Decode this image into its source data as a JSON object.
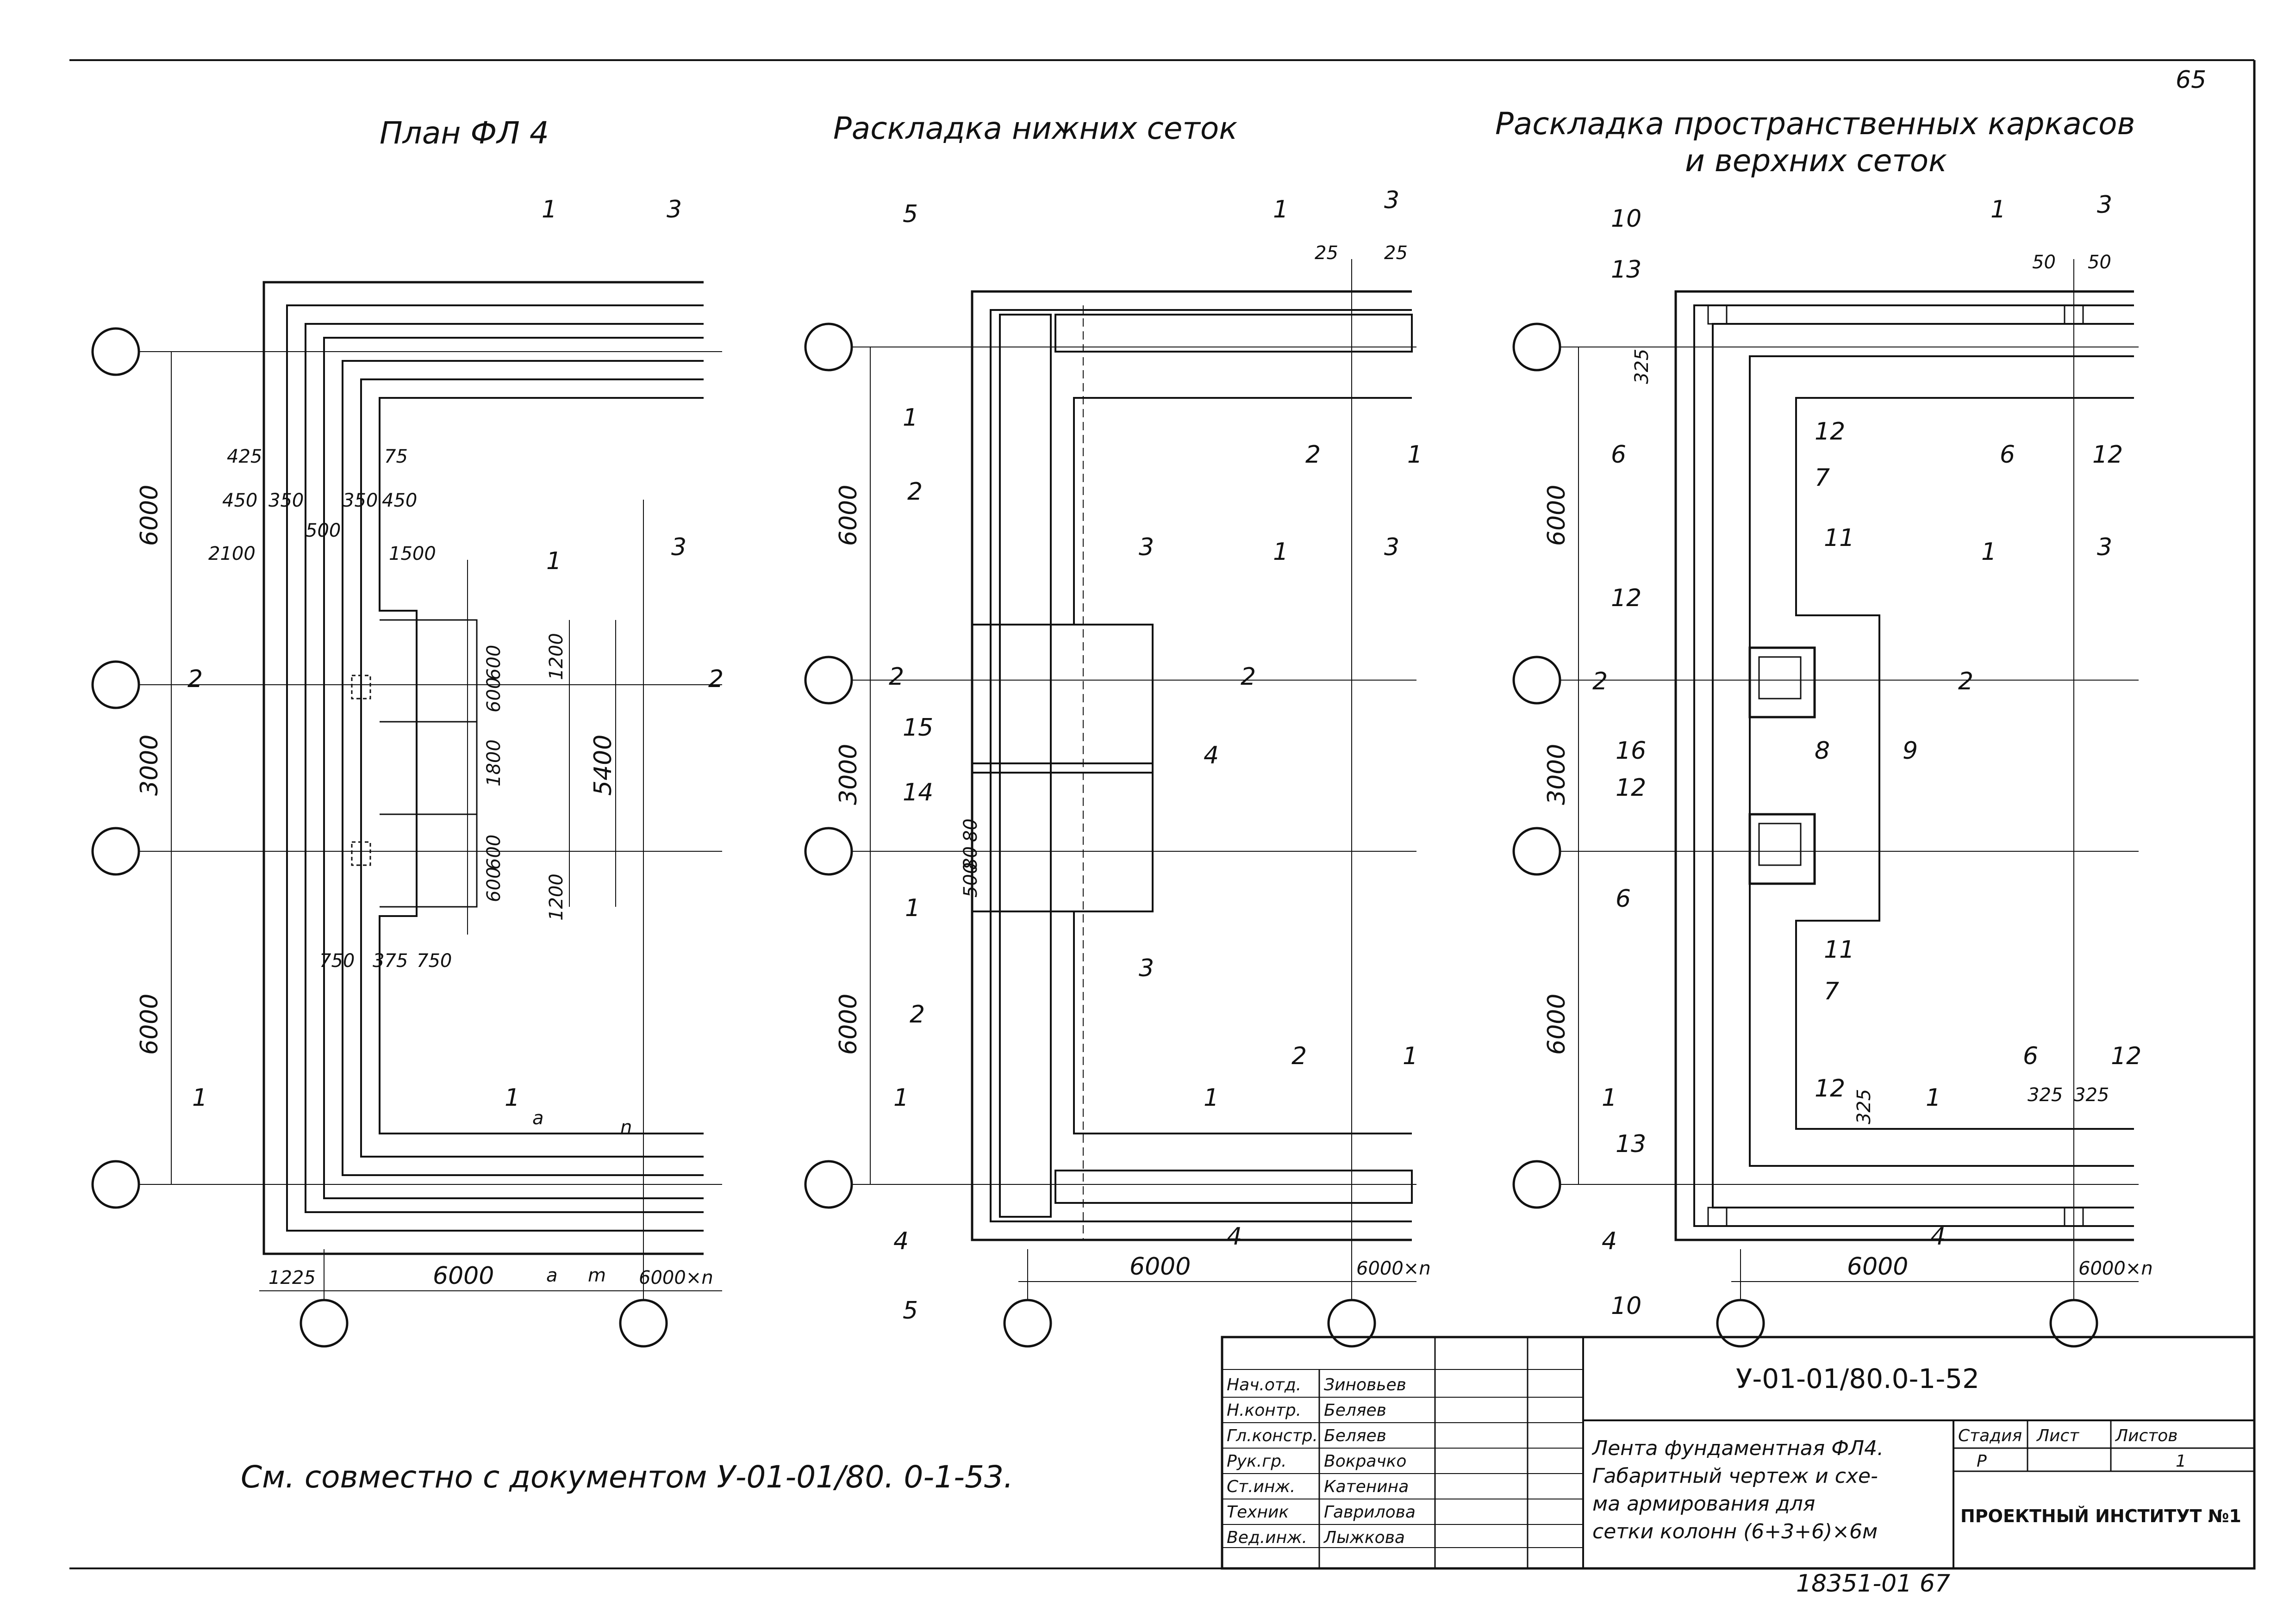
{
  "sheet": {
    "page_number": "65",
    "bottom_number": "18351-01 67",
    "note": "См. совместно с документом У-01-01/80. 0-1-53."
  },
  "plan_view": {
    "title": "План ФЛ 4",
    "vertical_dims": [
      "6000",
      "3000",
      "6000"
    ],
    "horizontal_dims": [
      "1225",
      "6000",
      "6000×n"
    ],
    "right_dims": [
      "1200",
      "600",
      "600",
      "1800",
      "600",
      "600",
      "1200",
      "5400"
    ],
    "detail_dims": [
      "425",
      "75",
      "450",
      "350",
      "350",
      "450",
      "500",
      "2100",
      "1500",
      "750",
      "375",
      "750"
    ],
    "bottom_small": [
      "a",
      "n",
      "a",
      "m"
    ],
    "section_marks": [
      "1",
      "3",
      "1",
      "3",
      "2",
      "2",
      "1",
      "1"
    ]
  },
  "bottom_mesh_view": {
    "title": "Раскладка нижних сеток",
    "vertical_dims": [
      "6000",
      "3000",
      "6000"
    ],
    "horizontal_dims": [
      "6000",
      "6000×n"
    ],
    "small_dims": [
      "25",
      "25",
      "80",
      "80",
      "500"
    ],
    "callouts": [
      "5",
      "1",
      "2",
      "3",
      "15",
      "14",
      "1",
      "2",
      "4",
      "3",
      "2",
      "1",
      "2",
      "1",
      "5"
    ],
    "section_marks": [
      "1",
      "3",
      "1",
      "3",
      "2",
      "2",
      "1",
      "1",
      "4",
      "4"
    ]
  },
  "spatial_frame_view": {
    "title_line1": "Раскладка пространственных каркасов",
    "title_line2": "и верхних сеток",
    "vertical_dims": [
      "6000",
      "3000",
      "6000"
    ],
    "horizontal_dims": [
      "6000",
      "6000×n"
    ],
    "small_dims": [
      "50",
      "50",
      "325",
      "325",
      "325",
      "325"
    ],
    "callouts": [
      "10",
      "13",
      "6",
      "12",
      "7",
      "6",
      "12",
      "11",
      "12",
      "16",
      "8",
      "9",
      "12",
      "6",
      "11",
      "7",
      "6",
      "12",
      "13",
      "12",
      "10"
    ],
    "section_marks": [
      "1",
      "3",
      "1",
      "3",
      "2",
      "2",
      "1",
      "1",
      "4",
      "4"
    ]
  },
  "title_block": {
    "code": "У-01-01/80.0-1-52",
    "description_lines": [
      "Лента фундаментная ФЛ4.",
      "Габаритный чертеж и схе-",
      "ма армирования для",
      "сетки колонн (6+3+6)×6м"
    ],
    "stage_label": "Стадия",
    "sheet_label": "Лист",
    "sheets_label": "Листов",
    "stage_value": "Р",
    "sheets_value": "1",
    "institute": "ПРОЕКТНЫЙ ИНСТИТУТ №1",
    "roles": [
      {
        "role": "Нач.отд.",
        "name": "Зиновьев"
      },
      {
        "role": "Н.контр.",
        "name": "Беляев"
      },
      {
        "role": "Гл.констр.",
        "name": "Беляев"
      },
      {
        "role": "Рук.гр.",
        "name": "Вокрачко"
      },
      {
        "role": "Ст.инж.",
        "name": "Катенина"
      },
      {
        "role": "Техник",
        "name": "Гаврилова"
      },
      {
        "role": "Вед.инж.",
        "name": "Лыжкова"
      }
    ]
  }
}
